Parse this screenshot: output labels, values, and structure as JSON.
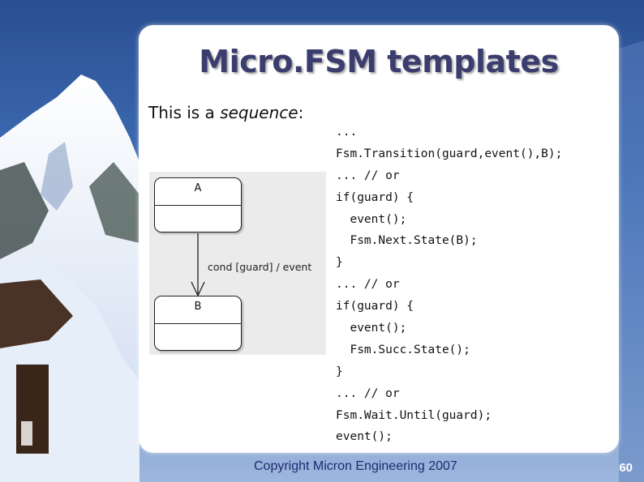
{
  "slide": {
    "title": "Micro.FSM templates",
    "subtitle_prefix": "This is a ",
    "subtitle_emph": "sequence",
    "subtitle_suffix": ":",
    "code_lines": [
      "...",
      "Fsm.Transition(guard,event(),B);",
      "... // or",
      "if(guard) {",
      "  event();",
      "  Fsm.Next.State(B);",
      "}",
      "... // or",
      "if(guard) {",
      "  event();",
      "  Fsm.Succ.State();",
      "}",
      "... // or",
      "Fsm.Wait.Until(guard);",
      "event();"
    ],
    "diagram": {
      "state_a": "A",
      "state_b": "B",
      "transition_label": "cond [guard] / event"
    },
    "footer": "Copyright Micron Engineering 2007",
    "page_number": "60"
  }
}
